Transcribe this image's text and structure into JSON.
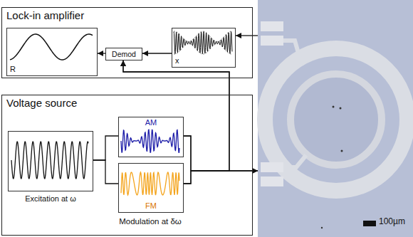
{
  "diagram": {
    "nodes": [
      {
        "text": [
          "Lock-in amplifier"
        ]
      },
      {
        "text": [
          "R"
        ],
        "in": 0
      },
      {
        "text": [
          "Demod"
        ],
        "in": 0
      },
      {
        "text": [
          "x"
        ],
        "in": 0
      },
      {
        "text": [
          "Voltage source"
        ]
      },
      {
        "text": [
          "Excitation at ω"
        ],
        "in": 4
      },
      {
        "text": [
          "AM"
        ],
        "in": 4
      },
      {
        "text": [
          "FM"
        ],
        "in": 4
      },
      {
        "text": [
          "100µm"
        ]
      }
    ],
    "edges": [
      {
        "from": 8,
        "to": 3,
        "arrow": "to"
      },
      {
        "from": 3,
        "to": 2,
        "arrow": "to"
      },
      {
        "from": 2,
        "to": 1,
        "arrow": "to"
      },
      {
        "from": 5,
        "to": 6,
        "arrow": "none"
      },
      {
        "from": 5,
        "to": 7,
        "arrow": "none"
      },
      {
        "from": 6,
        "to": 8,
        "arrow": "to"
      },
      {
        "from": 7,
        "to": 8,
        "arrow": "to"
      },
      {
        "from": 6,
        "to": 2,
        "arrow": "to"
      },
      {
        "from": 7,
        "to": 2,
        "arrow": "to"
      }
    ],
    "labels": [
      "Modulation at δω"
    ]
  }
}
